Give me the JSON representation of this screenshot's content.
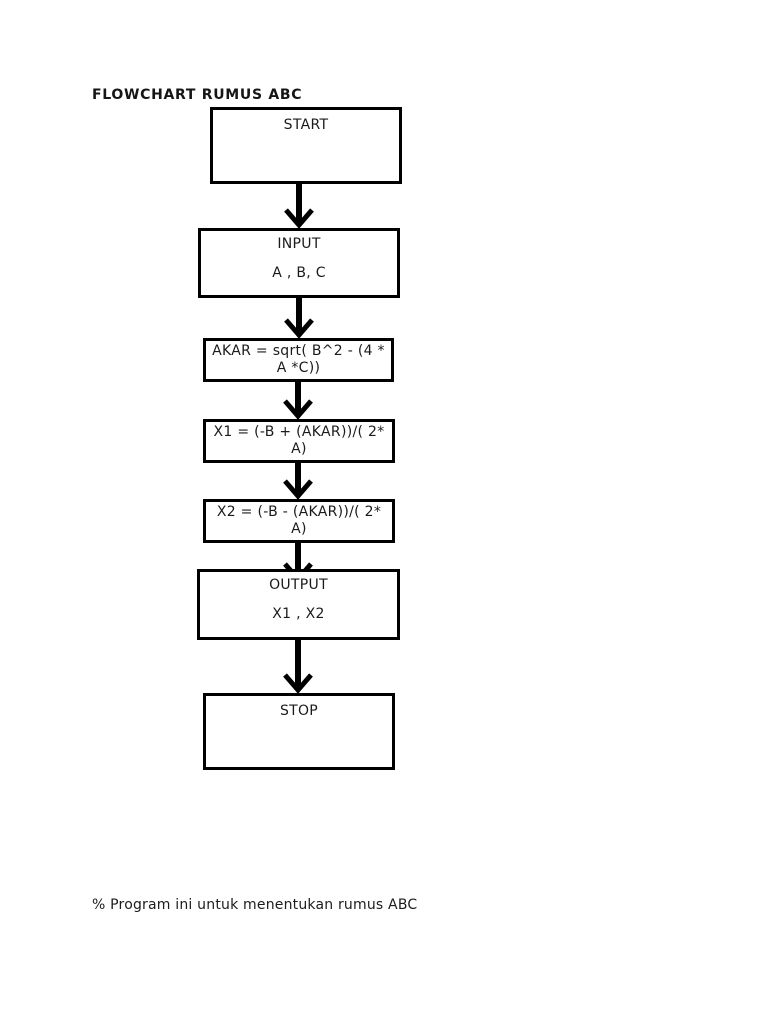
{
  "page": {
    "background": "#ffffff",
    "ink": "#000000",
    "title": "FLOWCHART RUMUS ABC",
    "footer_note": "% Program ini untuk menentukan rumus ABC"
  },
  "flowchart": {
    "nodes": [
      {
        "id": "start",
        "lines": [
          "START"
        ]
      },
      {
        "id": "input",
        "lines": [
          "INPUT",
          "A , B, C"
        ]
      },
      {
        "id": "akar",
        "lines": [
          "AKAR = sqrt( B^2 - (4 *",
          "A *C))"
        ]
      },
      {
        "id": "x1",
        "lines": [
          "X1 = (-B + (AKAR))/( 2*",
          "A)"
        ]
      },
      {
        "id": "x2",
        "lines": [
          "X2 = (-B - (AKAR))/( 2*",
          "A)"
        ]
      },
      {
        "id": "output",
        "lines": [
          "OUTPUT",
          "X1 , X2"
        ]
      },
      {
        "id": "stop",
        "lines": [
          "STOP"
        ]
      }
    ]
  }
}
